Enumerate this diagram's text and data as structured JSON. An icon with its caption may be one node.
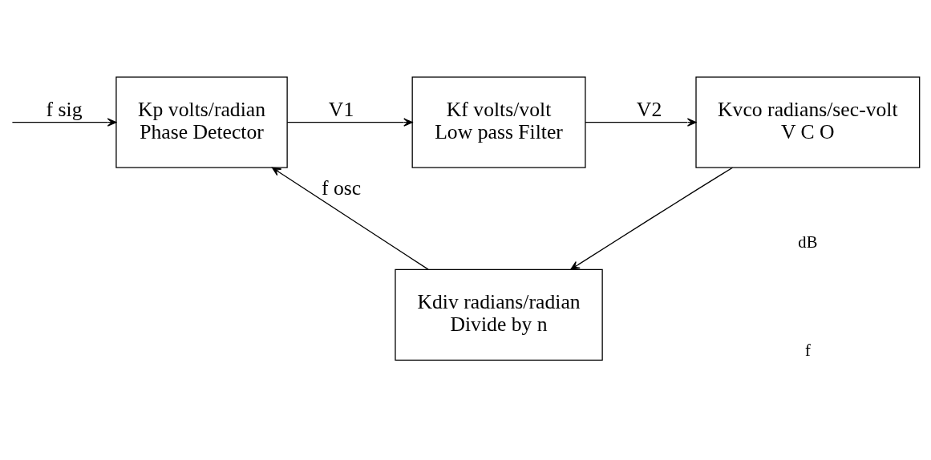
{
  "diagram": {
    "nodes": [
      {
        "text": [
          "Kp volts/radian",
          "Phase Detector"
        ]
      },
      {
        "text": [
          "Kf volts/volt",
          "Low pass Filter"
        ]
      },
      {
        "text": [
          "Kvco radians/sec-volt",
          "V C O"
        ]
      },
      {
        "text": [
          "Kdiv radians/radian",
          "Divide by n"
        ]
      }
    ],
    "edges": [
      {
        "from": null,
        "to": 0,
        "arrow": "to",
        "label": "f sig"
      },
      {
        "from": 0,
        "to": 1,
        "arrow": "to",
        "label": "V1"
      },
      {
        "from": 1,
        "to": 2,
        "arrow": "to",
        "label": "V2"
      },
      {
        "from": 2,
        "to": 3,
        "arrow": "to"
      },
      {
        "from": 3,
        "to": 0,
        "arrow": "to",
        "label": "f osc"
      }
    ],
    "labels": [
      "dB",
      "f"
    ]
  }
}
